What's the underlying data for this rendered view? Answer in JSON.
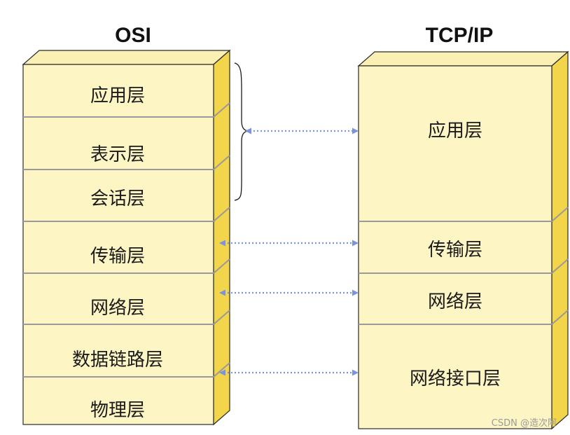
{
  "osi": {
    "title": "OSI",
    "layers": [
      "应用层",
      "表示层",
      "会话层",
      "传输层",
      "网络层",
      "数据链路层",
      "物理层"
    ]
  },
  "tcpip": {
    "title": "TCP/IP",
    "layers": [
      "应用层",
      "传输层",
      "网络层",
      "网络接口层"
    ]
  },
  "watermark": "CSDN @造次阿",
  "colors": {
    "box_front": "#fdf5c4",
    "box_side": "#f2d54a",
    "box_top": "#fbf0b4",
    "box_border": "#2a2a2a",
    "divider": "#9a9a9a",
    "arrow": "#7a93e0"
  }
}
